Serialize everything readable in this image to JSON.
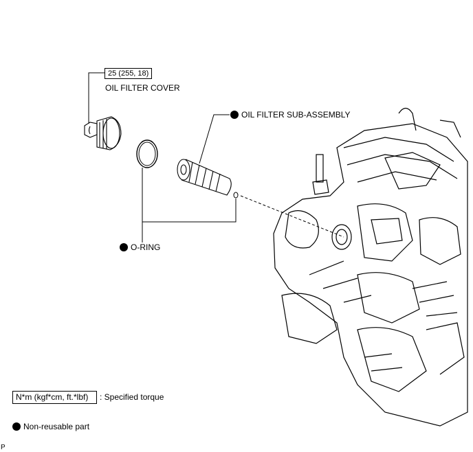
{
  "torque_box": "25 (255, 18)",
  "labels": {
    "oil_filter_cover": "OIL FILTER COVER",
    "oil_filter_sub_assembly": "OIL FILTER SUB-ASSEMBLY",
    "o_ring": "O-RING"
  },
  "legend": {
    "torque_box": "N*m (kgf*cm, ft.*lbf)",
    "torque_desc": ": Specified torque",
    "non_reusable": "Non-reusable part"
  },
  "corner_code": "P"
}
